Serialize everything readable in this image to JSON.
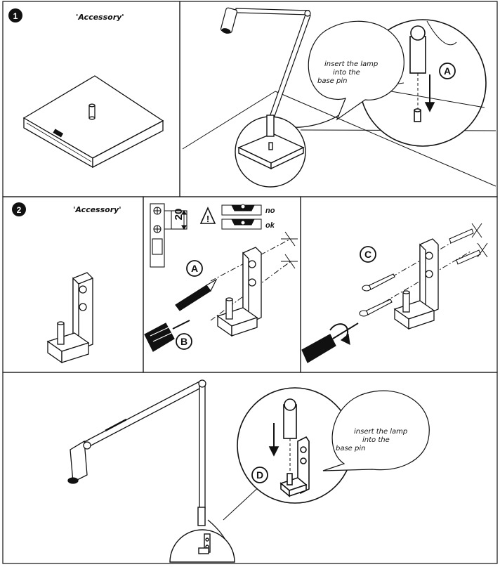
{
  "step1": {
    "number": "1",
    "accessory_label": "'Accessory'",
    "bubble_text": [
      "insert the lamp",
      "into the",
      "base pin"
    ],
    "marker": "A"
  },
  "step2": {
    "number": "2",
    "accessory_label": "'Accessory'",
    "dimension": "20",
    "warning_symbol": "!",
    "no_label": "no",
    "ok_label": "ok",
    "marker_a": "A",
    "marker_b": "B",
    "marker_c": "C"
  },
  "step3": {
    "bubble_text": [
      "insert the lamp",
      "into the",
      "base pin"
    ],
    "marker": "D"
  }
}
